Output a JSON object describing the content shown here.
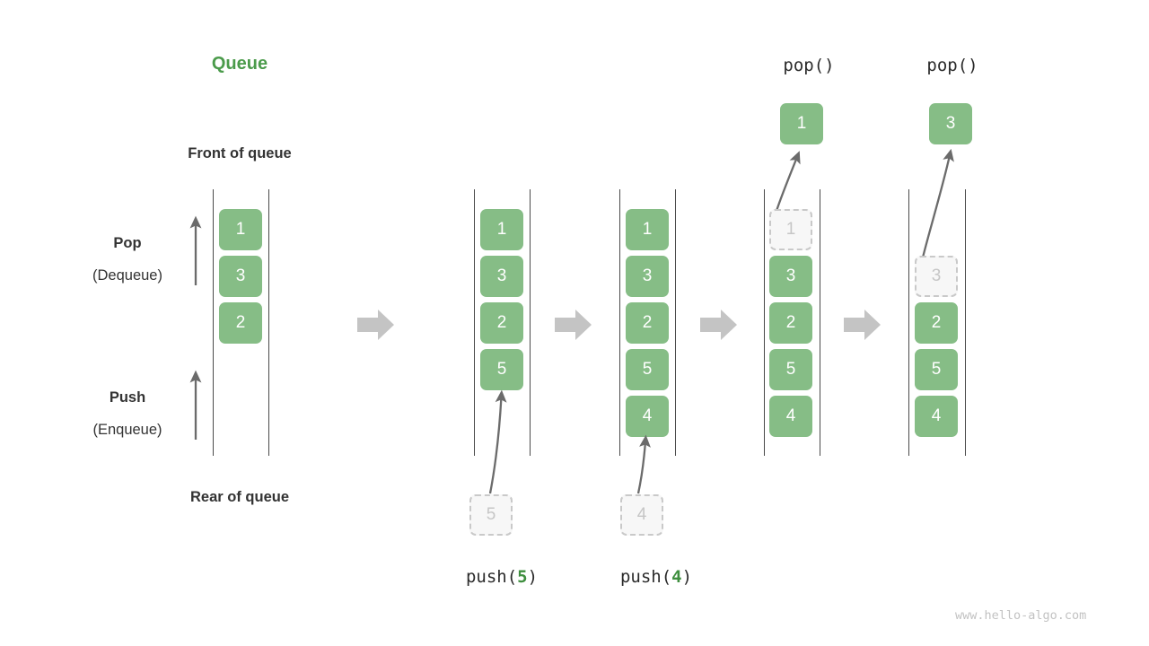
{
  "diagram": {
    "title": "Queue",
    "watermark": "www.hello-algo.com",
    "labels": {
      "front": "Front of queue",
      "rear": "Rear of queue",
      "pop": "Pop",
      "pop_alt": "(Dequeue)",
      "push": "Push",
      "push_alt": "(Enqueue)"
    },
    "colors": {
      "element_green": "#86bd86",
      "title_green": "#4b9b4b",
      "arg_green": "#3f8f3f",
      "ghost_fill": "#f7f7f7",
      "ghost_border": "#c9c9c9",
      "ghost_text": "#c6c6c6",
      "rail": "#4a4a4a",
      "separator_arrow": "#c4c4c4",
      "text": "#333333",
      "watermark": "#c2c2c2"
    },
    "stages": [
      {
        "id": "stage-initial",
        "caption": "",
        "op_name": "",
        "op_arg": "",
        "elements": [
          "1",
          "3",
          "2"
        ],
        "ghost_index": -1,
        "incoming": "",
        "popped": ""
      },
      {
        "id": "stage-push-5",
        "caption": "push(5)",
        "op_name": "push",
        "op_arg": "5",
        "elements": [
          "1",
          "3",
          "2",
          "5"
        ],
        "ghost_index": -1,
        "incoming": "5",
        "popped": ""
      },
      {
        "id": "stage-push-4",
        "caption": "push(4)",
        "op_name": "push",
        "op_arg": "4",
        "elements": [
          "1",
          "3",
          "2",
          "5",
          "4"
        ],
        "ghost_index": -1,
        "incoming": "4",
        "popped": ""
      },
      {
        "id": "stage-pop-1",
        "caption": "pop()",
        "op_name": "pop",
        "op_arg": "",
        "elements": [
          "1",
          "3",
          "2",
          "5",
          "4"
        ],
        "ghost_index": 0,
        "incoming": "",
        "popped": "1"
      },
      {
        "id": "stage-pop-3",
        "caption": "pop()",
        "op_name": "pop",
        "op_arg": "",
        "elements": [
          "3",
          "2",
          "5",
          "4"
        ],
        "ghost_index": 0,
        "incoming": "",
        "popped": "3"
      }
    ],
    "separators": [
      "separator-1",
      "separator-2",
      "separator-3",
      "separator-4"
    ]
  }
}
